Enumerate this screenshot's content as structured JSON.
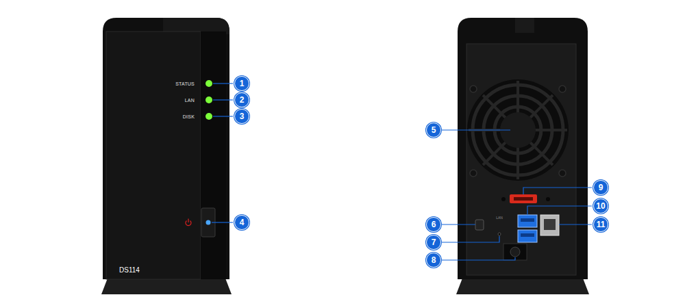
{
  "diagram": {
    "labels": [
      "STATUS",
      "LAN",
      "DISK",
      "DS114",
      "1",
      "2",
      "3",
      "4",
      "5",
      "6",
      "7",
      "8",
      "9",
      "10",
      "11",
      "LAN"
    ]
  }
}
